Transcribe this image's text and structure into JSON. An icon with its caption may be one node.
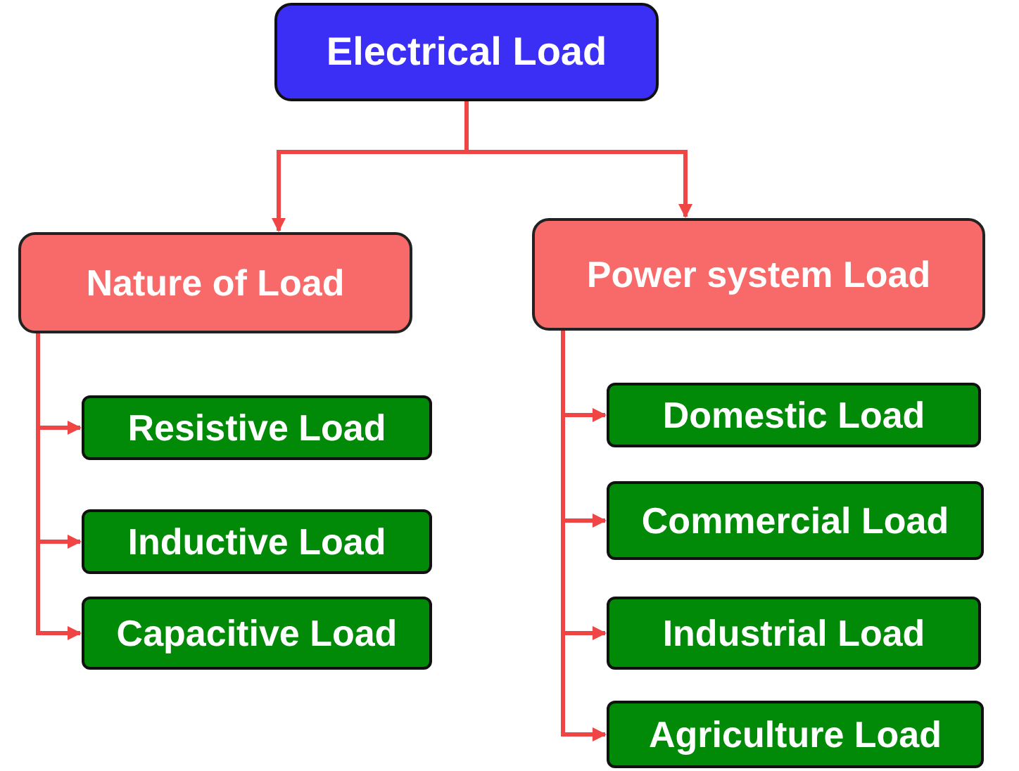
{
  "diagram": {
    "nodes": [
      {
        "text": [
          "Electrical Load"
        ]
      },
      {
        "text": [
          "Nature of Load"
        ]
      },
      {
        "text": [
          "Power system Load"
        ]
      },
      {
        "text": [
          "Resistive Load"
        ]
      },
      {
        "text": [
          "Inductive Load"
        ]
      },
      {
        "text": [
          "Capacitive Load"
        ]
      },
      {
        "text": [
          "Domestic Load"
        ]
      },
      {
        "text": [
          "Commercial Load"
        ]
      },
      {
        "text": [
          "Industrial Load"
        ]
      },
      {
        "text": [
          "Agriculture Load"
        ]
      }
    ],
    "edges": [
      {
        "from": 0,
        "to": 1,
        "arrow": "to"
      },
      {
        "from": 0,
        "to": 2,
        "arrow": "to"
      },
      {
        "from": 1,
        "to": 3,
        "arrow": "to"
      },
      {
        "from": 1,
        "to": 4,
        "arrow": "to"
      },
      {
        "from": 1,
        "to": 5,
        "arrow": "to"
      },
      {
        "from": 2,
        "to": 6,
        "arrow": "to"
      },
      {
        "from": 2,
        "to": 7,
        "arrow": "to"
      },
      {
        "from": 2,
        "to": 8,
        "arrow": "to"
      },
      {
        "from": 2,
        "to": 9,
        "arrow": "to"
      }
    ]
  }
}
